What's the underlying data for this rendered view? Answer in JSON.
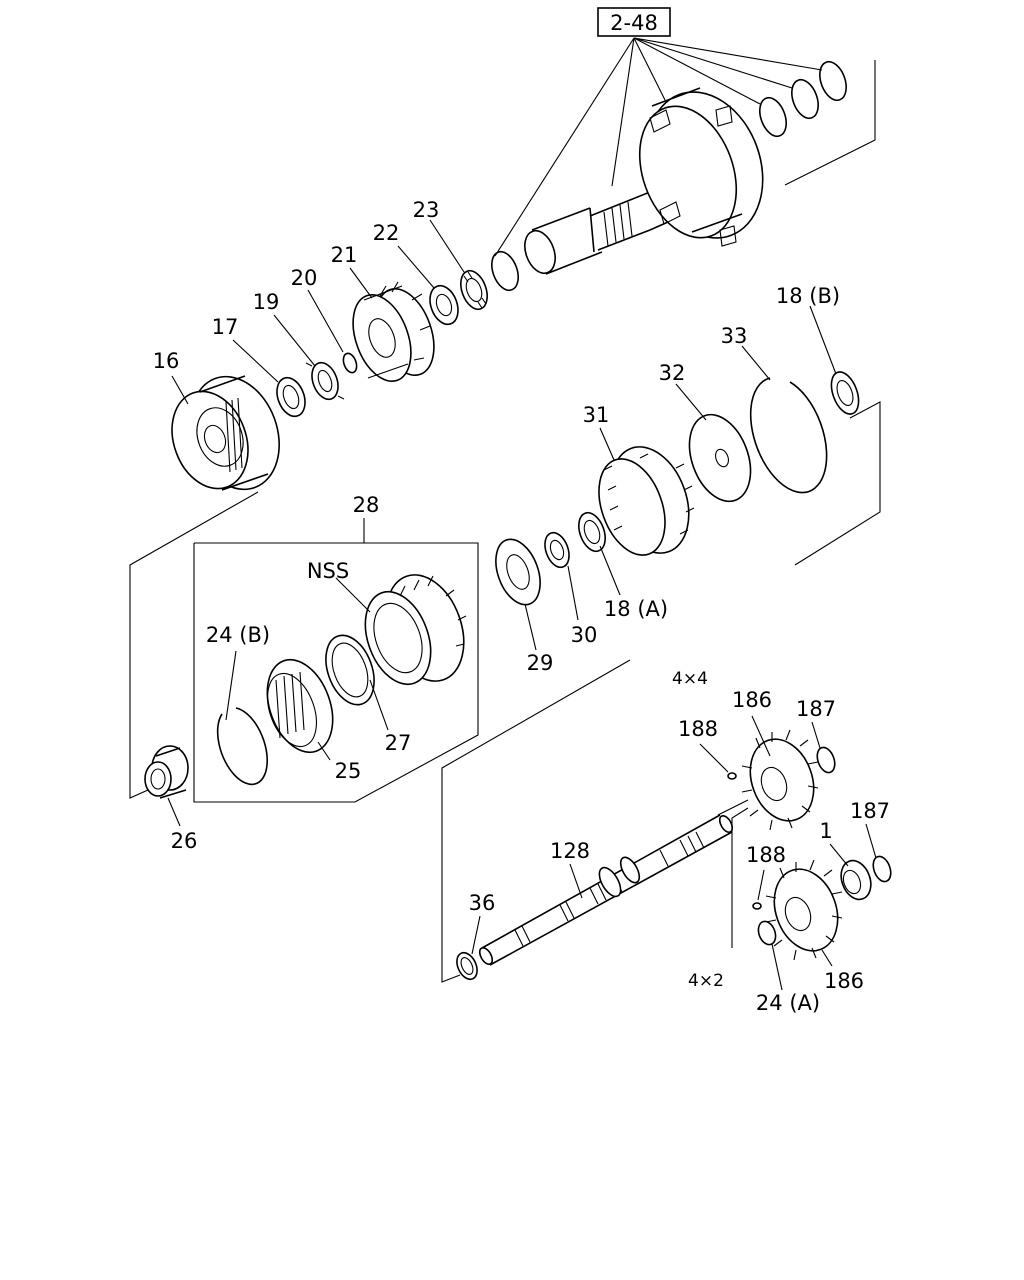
{
  "diagram": {
    "ref_box": "2-48",
    "callouts": {
      "c16": "16",
      "c17": "17",
      "c19": "19",
      "c20": "20",
      "c21": "21",
      "c22": "22",
      "c23": "23",
      "c18b": "18 (B)",
      "c33": "33",
      "c32": "32",
      "c31": "31",
      "c30": "30",
      "c29": "29",
      "c18a": "18 (A)",
      "c28": "28",
      "cnss": "NSS",
      "c24b": "24 (B)",
      "c25": "25",
      "c27": "27",
      "c26": "26",
      "c186a": "186",
      "c187a": "187",
      "c188a": "188",
      "c187b": "187",
      "c1": "1",
      "c188b": "188",
      "c128": "128",
      "c36": "36",
      "c186b": "186",
      "c24a": "24 (A)"
    },
    "variant_4x4": "4×4",
    "variant_4x2": "4×2"
  }
}
